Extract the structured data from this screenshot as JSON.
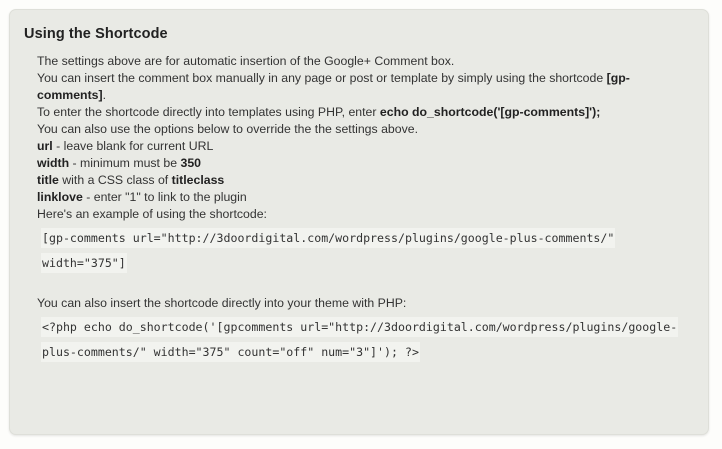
{
  "panel": {
    "title": "Using the Shortcode",
    "intro": "The settings above are for automatic insertion of the Google+ Comment box.",
    "manual_insert": {
      "prefix": "You can insert the comment box manually in any page or post or template by simply using the shortcode ",
      "code": "[gp-comments]",
      "suffix": "."
    },
    "php_insert": {
      "prefix": "To enter the shortcode directly into templates using PHP, enter ",
      "code": "echo do_shortcode('[gp-comments]');"
    },
    "override_note": "You can also use the options below to override the the settings above.",
    "options": [
      {
        "name": "url",
        "rest": " - leave blank for current URL",
        "rest_bold": ""
      },
      {
        "name": "width",
        "rest": " - minimum must be ",
        "rest_bold": "350"
      },
      {
        "name": "title",
        "rest": " with a CSS class of ",
        "rest_bold": "titleclass"
      },
      {
        "name": "linklove",
        "rest": " - enter \"1\" to link to the plugin",
        "rest_bold": ""
      }
    ],
    "example_label": "Here's an example of using the shortcode:",
    "example_code_line1": "[gp-comments url=\"http://3doordigital.com/wordpress/plugins/google-plus-comments/\"",
    "example_code_line2": "width=\"375\"]",
    "php_label": "You can also insert the shortcode directly into your theme with PHP:",
    "php_code_line1": "<?php echo do_shortcode('[gpcomments url=\"http://3doordigital.com/wordpress/plugins/google-",
    "php_code_line2": "plus-comments/\" width=\"375\" count=\"off\" num=\"3\"]'); ?>"
  },
  "colors": {
    "panel_bg": "#e9eae5",
    "panel_border": "#dedfd9",
    "text": "#333333",
    "heading": "#222222",
    "code_bg": "#f2f3ef"
  }
}
